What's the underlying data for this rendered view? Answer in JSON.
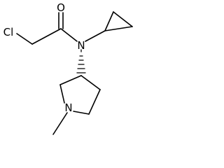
{
  "molecule": {
    "atoms": {
      "chlorine": "Cl",
      "oxygen": "O",
      "amide_nitrogen": "N",
      "ring_nitrogen": "N"
    }
  }
}
